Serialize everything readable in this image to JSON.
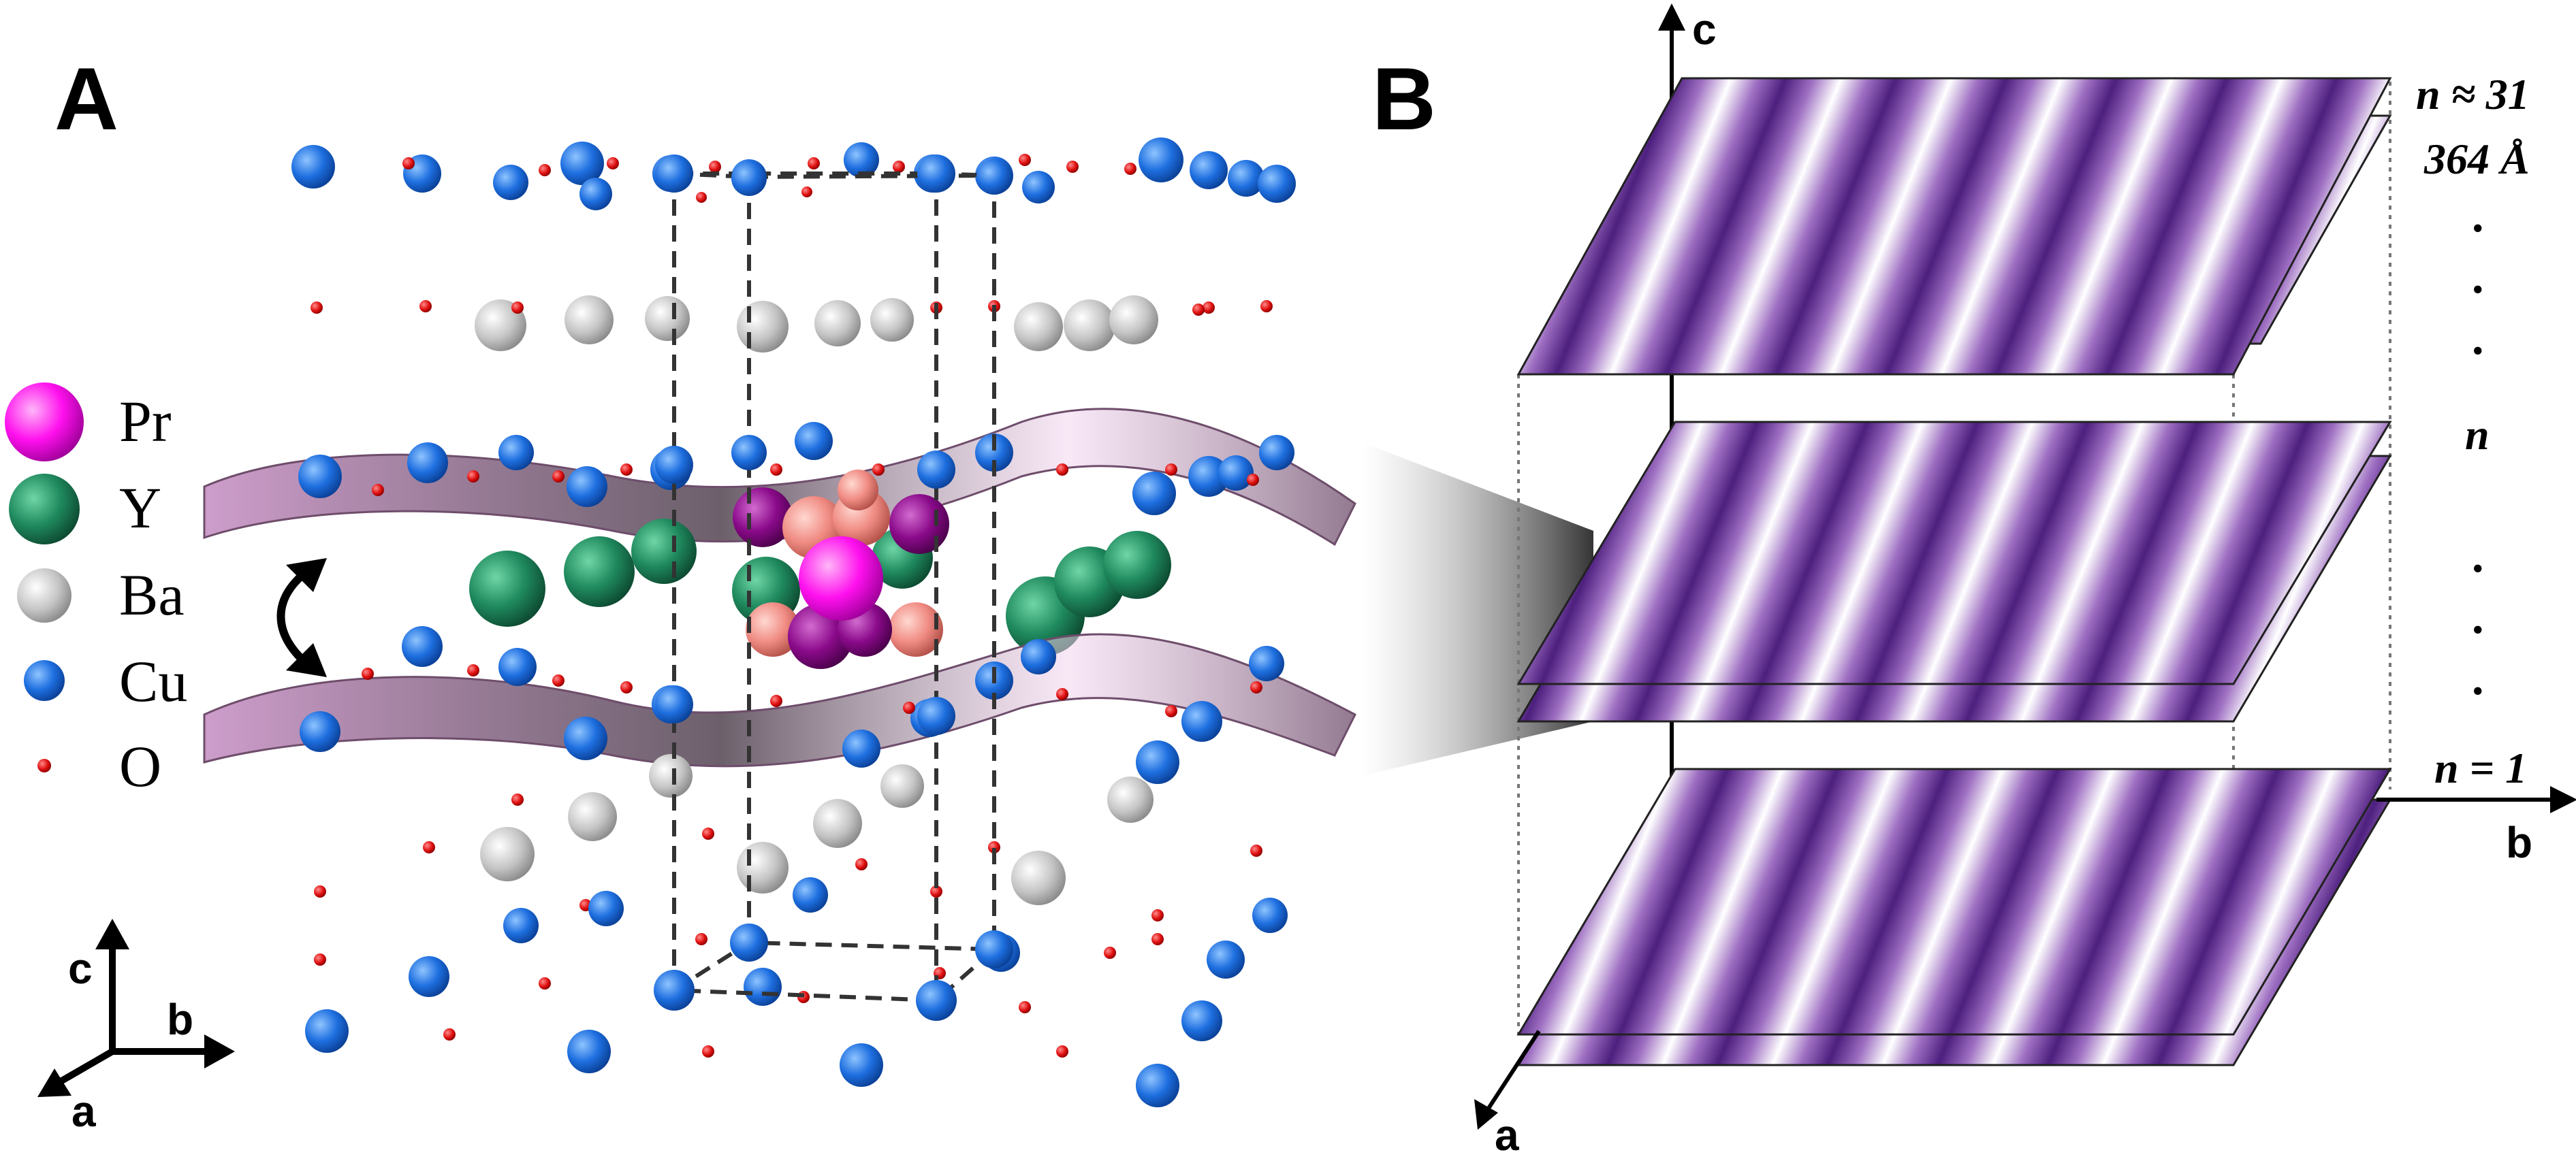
{
  "panels": {
    "a": "A",
    "b": "B"
  },
  "legend": [
    {
      "label": "Pr",
      "color": "#ff10ee"
    },
    {
      "label": "Y",
      "color": "#1f8a5e"
    },
    {
      "label": "Ba",
      "color": "#c8c8c8"
    },
    {
      "label": "Cu",
      "color": "#1e6fe0"
    },
    {
      "label": "O",
      "color": "#e01010"
    }
  ],
  "axes_a": {
    "c": "c",
    "b": "b",
    "a": "a"
  },
  "axes_b": {
    "c": "c",
    "b": "b",
    "a": "a"
  },
  "layers": {
    "top_n": "n ≈ 31",
    "thickness": "364 Å",
    "middle": "n",
    "bottom": "n = 1",
    "dot": "."
  },
  "colors": {
    "stripe_dark": "#5a2d8a",
    "stripe_light": "#ffffff",
    "surface": "#d9a8d6"
  }
}
